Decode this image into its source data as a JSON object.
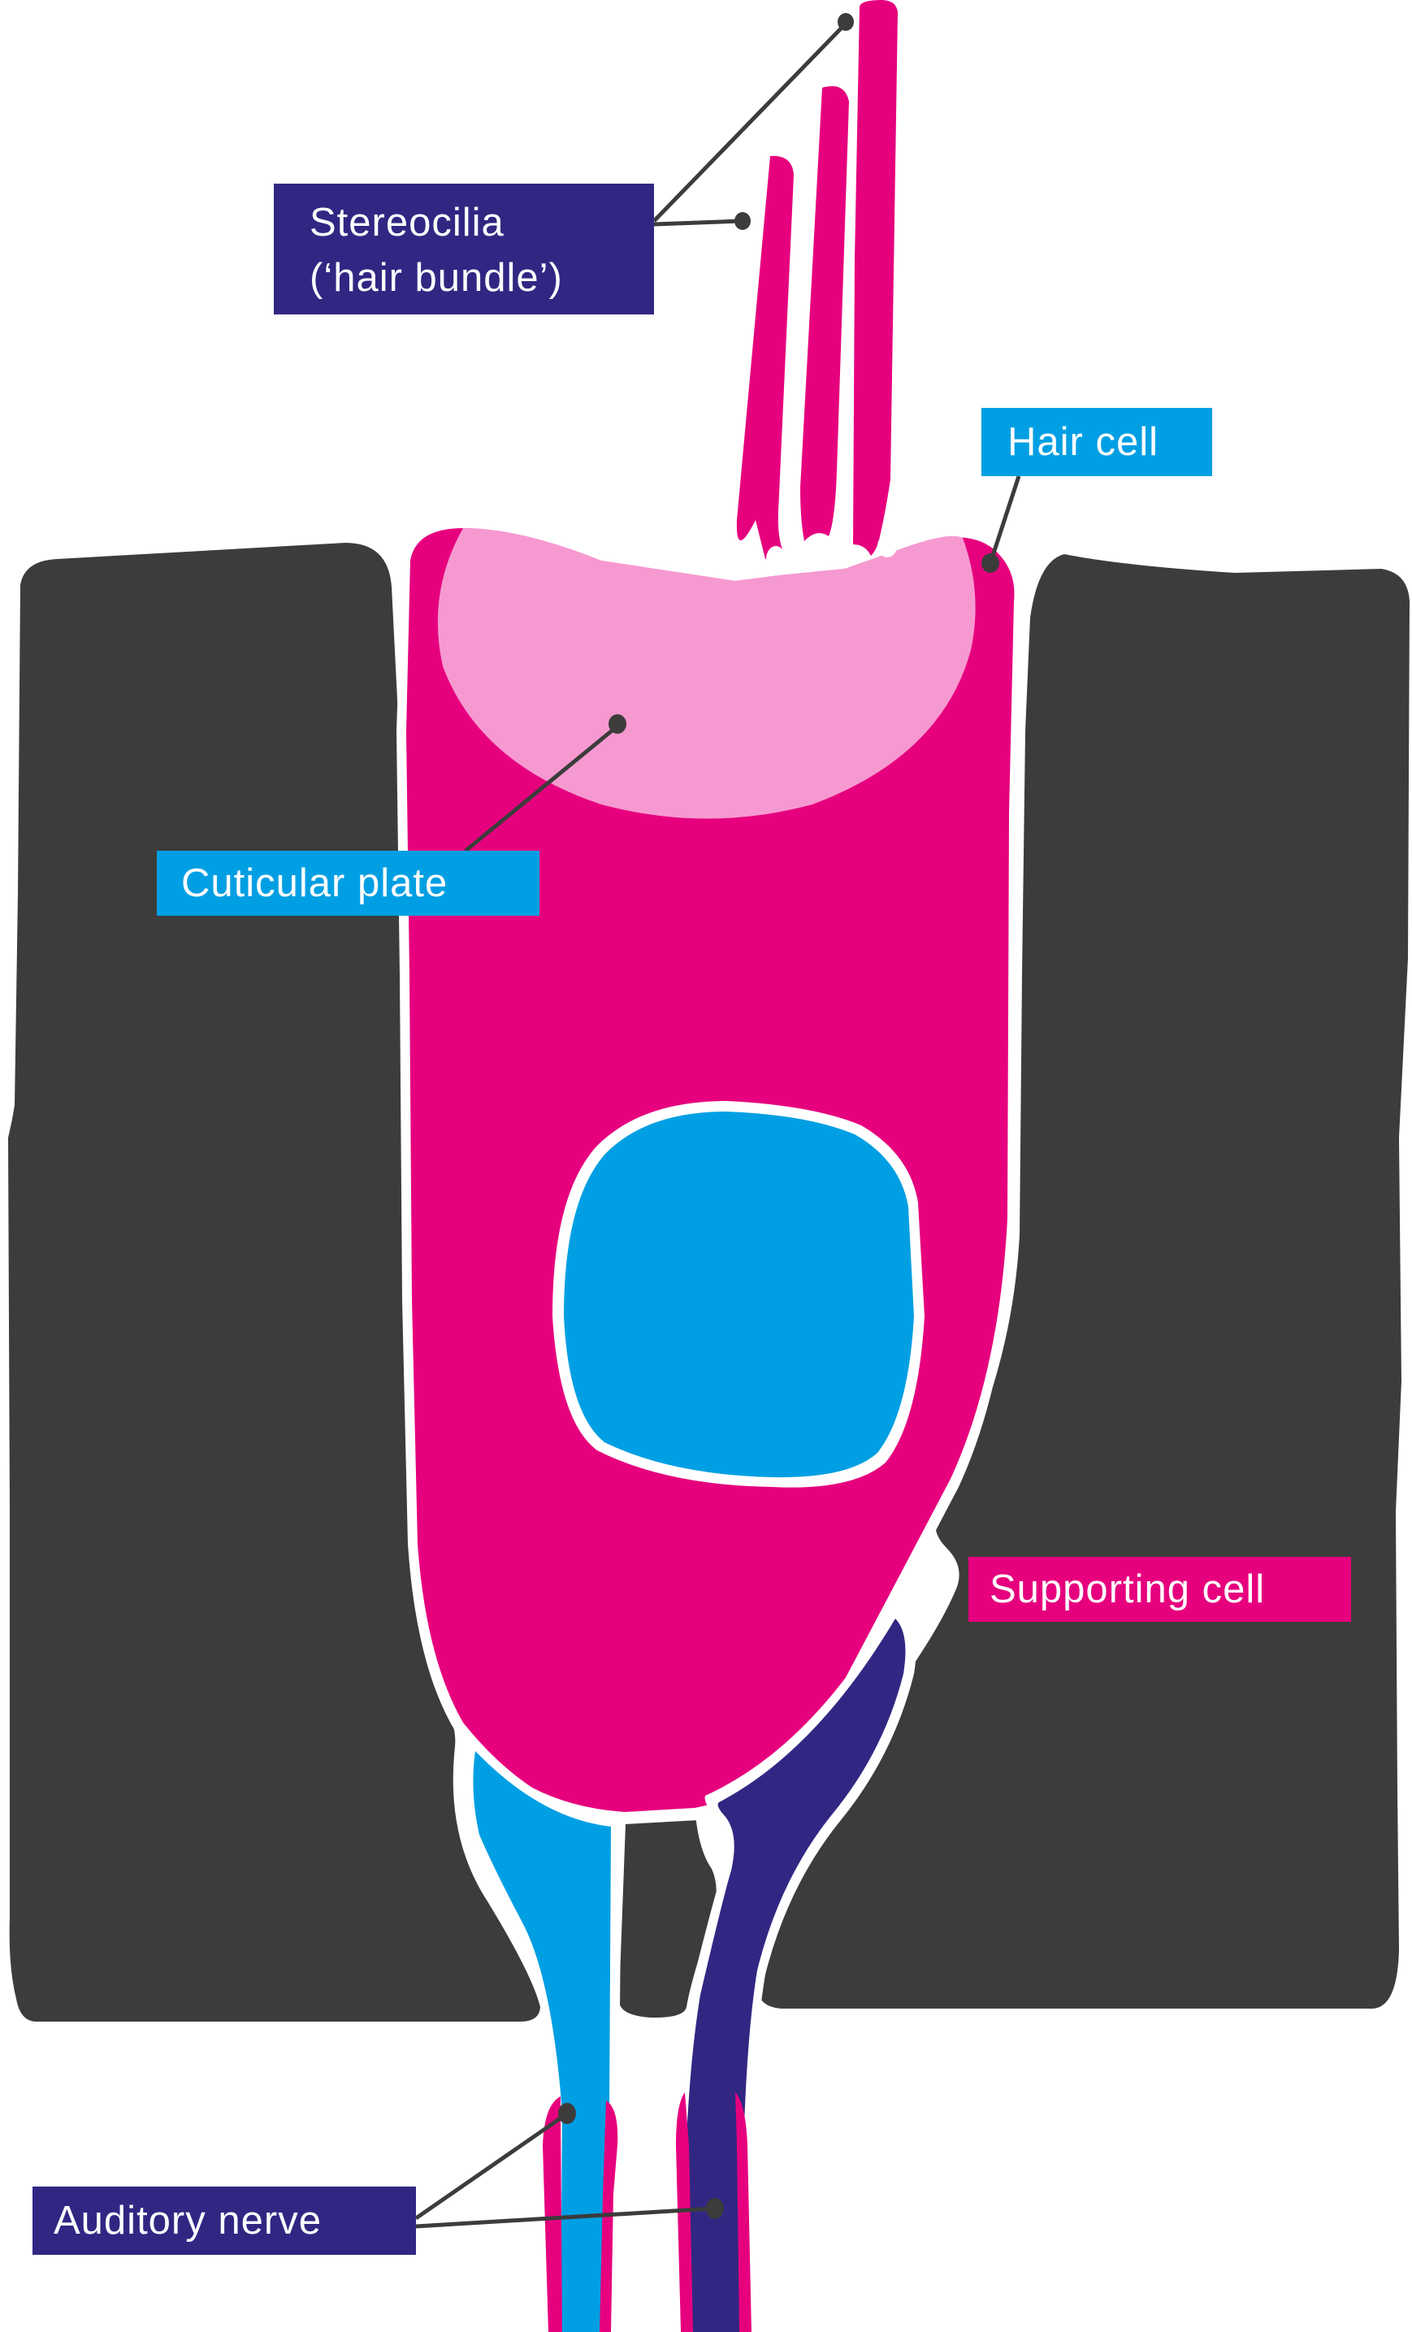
{
  "diagram": {
    "title": "Hair cell anatomy",
    "colors": {
      "hair_cell": "#e6007e",
      "cuticular_plate": "#f799d1",
      "nucleus": "#009fe3",
      "supporting_cell": "#3c3c3b",
      "afferent_nerve": "#009fe3",
      "efferent_nerve": "#312783",
      "myelin": "#e6007e",
      "leader_line": "#3c3c3b",
      "background": "#ffffff"
    },
    "labels": {
      "stereocilia_line1": "Stereocilia",
      "stereocilia_line2": "(‘hair bundle’)",
      "hair_cell": "Hair cell",
      "cuticular_plate": "Cuticular plate",
      "supporting_cell": "Supporting cell",
      "auditory_nerve": "Auditory nerve"
    }
  }
}
